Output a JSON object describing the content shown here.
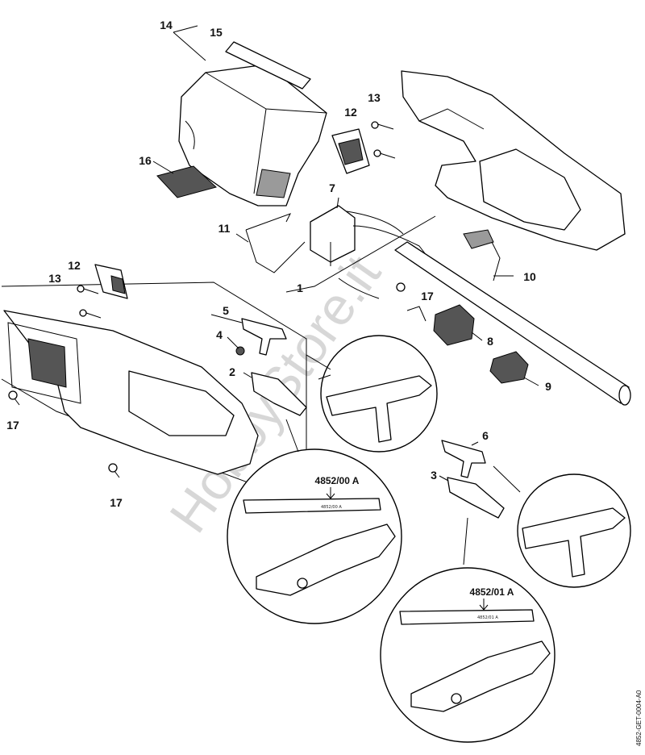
{
  "callouts": {
    "c1": "1",
    "c2": "2",
    "c3": "3",
    "c4": "4",
    "c5": "5",
    "c6": "6",
    "c7": "7",
    "c8": "8",
    "c9": "9",
    "c10": "10",
    "c11": "11",
    "c12a": "12",
    "c12b": "12",
    "c13a": "13",
    "c13b": "13",
    "c14": "14",
    "c15": "15",
    "c16": "16",
    "c17a": "17",
    "c17b": "17",
    "c17c": "17"
  },
  "part_codes": {
    "zoom_left": "4852/00 A",
    "zoom_right": "4852/01 A",
    "label_left": "4852/00 A",
    "label_right": "4852/01 A"
  },
  "watermark": "HobbyStore.it",
  "document_ref": "4852-GET-0004-A0"
}
